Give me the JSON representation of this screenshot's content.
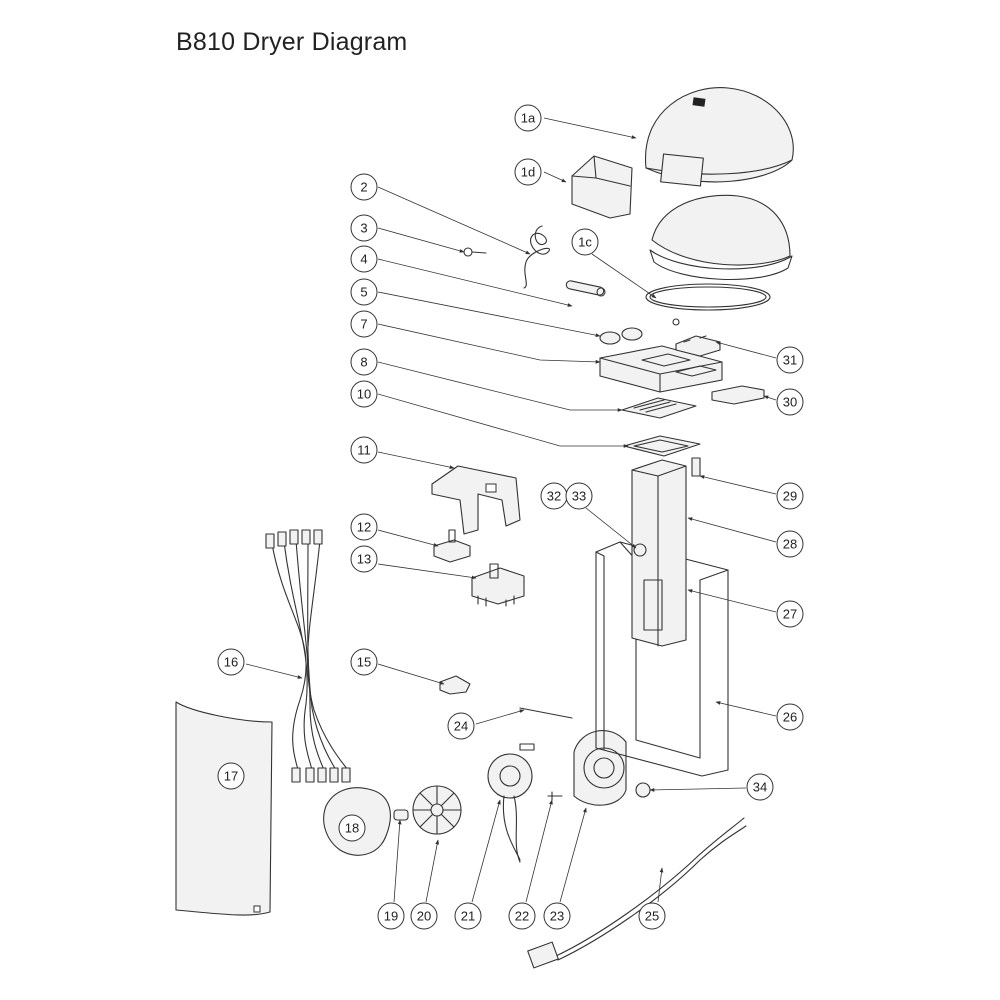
{
  "title": "B810 Dryer Diagram",
  "callouts": [
    "1a",
    "1d",
    "2",
    "3",
    "4",
    "1c",
    "5",
    "7",
    "31",
    "8",
    "30",
    "10",
    "11",
    "29",
    "32",
    "33",
    "28",
    "12",
    "13",
    "27",
    "16",
    "15",
    "26",
    "24",
    "17",
    "34",
    "18",
    "19",
    "20",
    "21",
    "22",
    "23",
    "25"
  ]
}
